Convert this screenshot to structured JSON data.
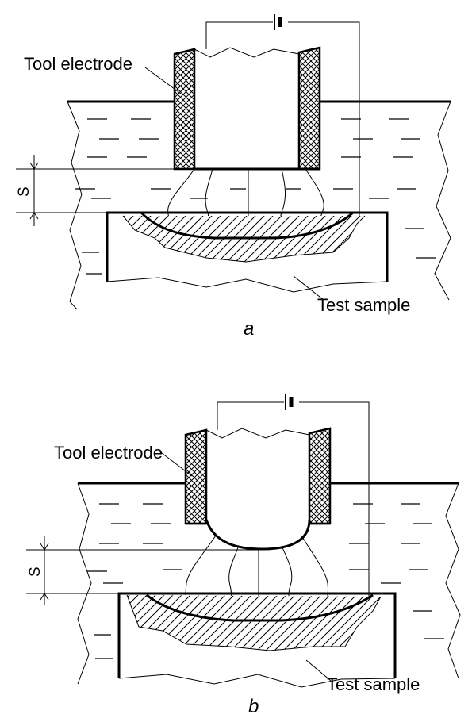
{
  "diagram_a": {
    "tool_label": "Tool electrode",
    "sample_label": "Test sample",
    "gap_label": "S",
    "caption": "a"
  },
  "diagram_b": {
    "tool_label": "Tool electrode",
    "sample_label": "Test sample",
    "gap_label": "S",
    "caption": "b"
  },
  "colors": {
    "line": "#000000",
    "background": "#ffffff"
  }
}
